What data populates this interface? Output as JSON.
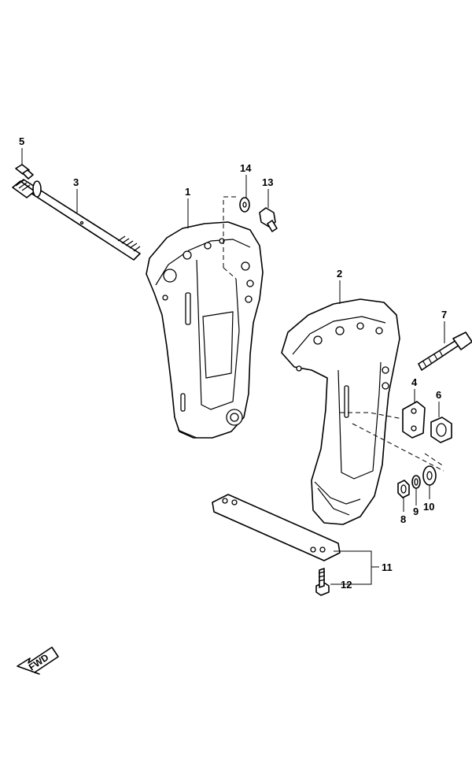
{
  "callouts": {
    "c1": "1",
    "c2": "2",
    "c3": "3",
    "c4": "4",
    "c5": "5",
    "c6": "6",
    "c7": "7",
    "c8": "8",
    "c9": "9",
    "c10": "10",
    "c11": "11",
    "c12": "12",
    "c13": "13",
    "c14": "14"
  },
  "fwd_label": "FWD",
  "icons": {
    "fwd": "forward-direction-arrow-icon"
  }
}
